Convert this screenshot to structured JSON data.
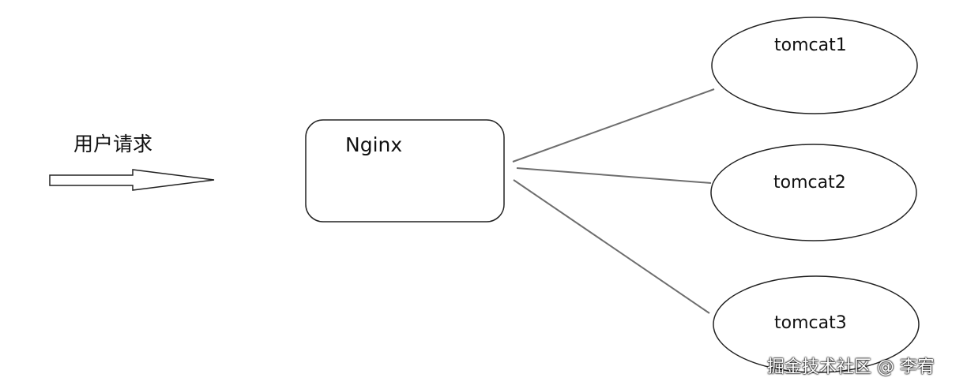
{
  "diagram": {
    "request_label": "用户请求",
    "nginx_label": "Nginx",
    "servers": [
      "tomcat1",
      "tomcat2",
      "tomcat3"
    ],
    "line_color": "#6e6e6e",
    "stroke_color": "#222222"
  },
  "watermark": "掘金技术社区 @ 李宥"
}
